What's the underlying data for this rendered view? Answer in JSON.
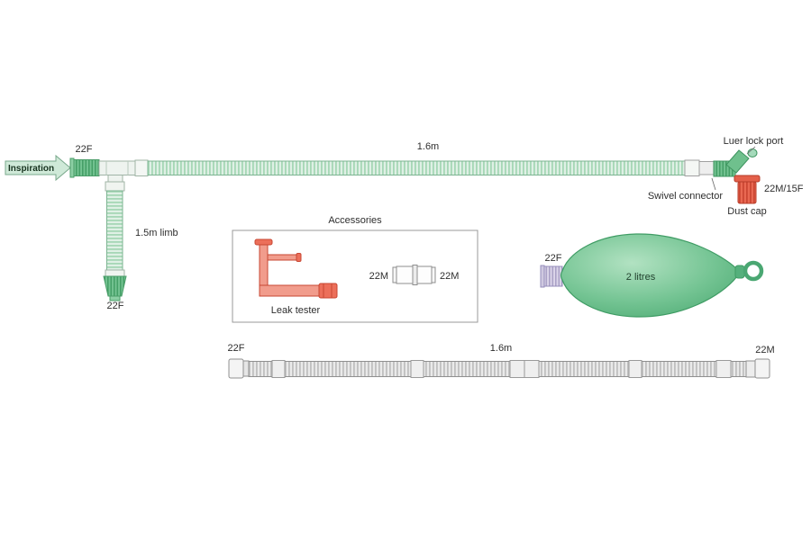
{
  "diagram": {
    "top": {
      "inspiration": "Inspiration",
      "left_connector": "22F",
      "length": "1.6m",
      "luer_lock_port": "Luer lock port",
      "swivel_connector": "Swivel connector",
      "patient_connector": "22M/15F",
      "dust_cap": "Dust cap"
    },
    "limb": {
      "length": "1.5m limb",
      "connector": "22F"
    },
    "accessories": {
      "title": "Accessories",
      "leak_tester": "Leak tester",
      "adapter_left": "22M",
      "adapter_right": "22M"
    },
    "bag": {
      "connector": "22F",
      "volume": "2 litres"
    },
    "bottom": {
      "left_connector": "22F",
      "length": "1.6m",
      "right_connector": "22M"
    }
  },
  "colors": {
    "circuit_green_light": "#dff0e5",
    "circuit_green_stripe": "#a6d7b6",
    "connector_green": "#74c392",
    "bag_green": "#5bb47d",
    "accent_red": "#e4604a",
    "tube_gray": "#c4c4c4",
    "lavender": "#b3aacb"
  }
}
